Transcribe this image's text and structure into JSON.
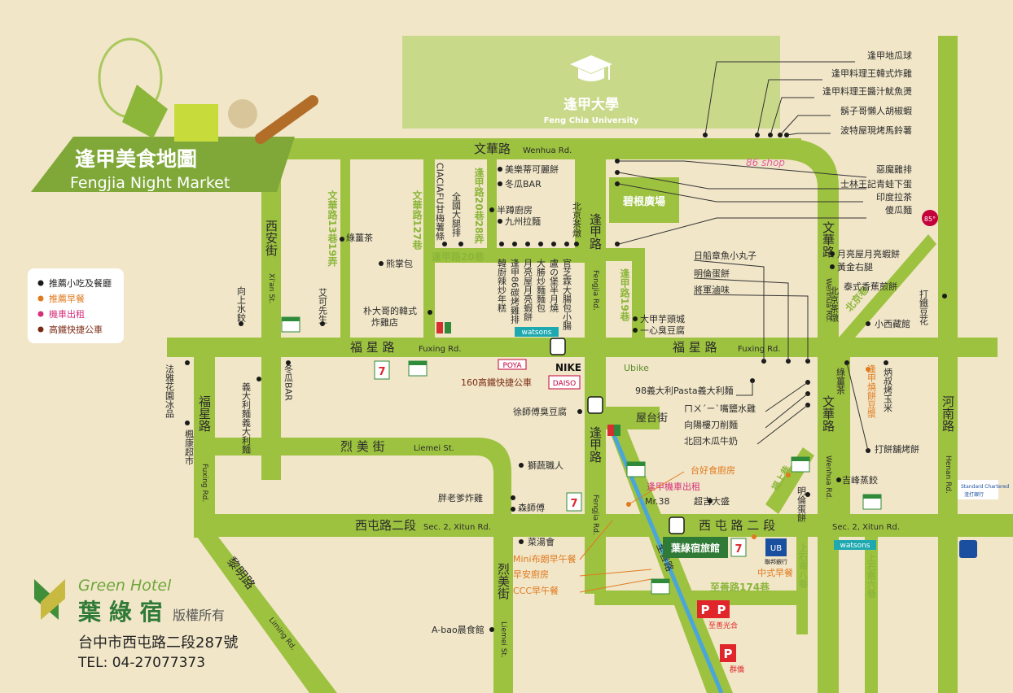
{
  "title": {
    "zh": "逢甲美食地圖",
    "en": "Fengjia Night Market"
  },
  "legend": [
    {
      "label": "推薦小吃及餐廳",
      "color": "#1a1a1a"
    },
    {
      "label": "推薦早餐",
      "color": "#e07a1f"
    },
    {
      "label": "機車出租",
      "color": "#d62f7b"
    },
    {
      "label": "高鐵快捷公車",
      "color": "#7a2a12"
    }
  ],
  "university": {
    "zh": "逢甲大學",
    "en": "Feng Chia University"
  },
  "plaza": "碧根廣場",
  "roads": {
    "wenhua_h": "文華路",
    "wenhua_h_en": "Wenhua Rd.",
    "fuxing_l": "福 星 路",
    "fuxing_r": "福 星 路",
    "fuxing_en": "Fuxing Rd.",
    "xitun_l": "西屯路二段",
    "xitun_r": "西 屯 路 二 段",
    "xitun_en": "Sec. 2, Xitun Rd.",
    "liemei_h": "烈 美 街",
    "liemei_en": "Liemei St.",
    "xian": "西安街",
    "xian_en": "Xi'an St.",
    "fuxing_v": "福星路",
    "fuxing_v_en": "Fuxing Rd.",
    "fengjia": "逢甲路",
    "fengjia_en": "Fengjia Rd.",
    "fengjia2": "逢甲路",
    "fengjia2_en": "Fengjia Rd.",
    "wenhua_v": "文華路",
    "wenhua_v_en": "Wenhua Rd.",
    "wenhua_v2": "文華路",
    "wenhua_v2_en": "Wenhua Rd.",
    "henan": "河南路",
    "henan_en": "Henan Rd.",
    "liming": "黎明路",
    "liming_en": "Liming Rd.",
    "liemei_v": "烈美街",
    "liemei_v_en": "Liemei St.",
    "lane13": "文華路13巷19弄",
    "lane127": "文華路127巷",
    "lane20_28": "逢甲路20巷28弄",
    "lane20": "逢甲路20巷",
    "lane19": "逢甲路19巷",
    "wutai": "屋台街",
    "fushang": "福上巷",
    "beijing": "北京巷",
    "wenhua_lane": "文華路",
    "shangshi8": "上石南八巷",
    "shangshi6": "上石南六巷",
    "zhishan174": "至善路174巷",
    "zhishan": "至善路"
  },
  "right_list": [
    "逢甲地瓜球",
    "逢甲料理王韓式炸雞",
    "逢甲料理王醬汁魷魚燙",
    "鬍子哥懶人胡椒蝦",
    "波特屋現烤馬鈴薯",
    "惡魔雞排",
    "士林王記青蛙下蛋",
    "印度拉茶",
    "傻瓜麵"
  ],
  "places": {
    "meile": "美樂蒂可麗餅",
    "donggua1": "冬瓜BAR",
    "banzun": "半蹲廚房",
    "jiuzhou": "九州拉麵",
    "ciacia": "CIACIAFU甘梅薯條",
    "quanguo": "全國大腿排",
    "beijing_tea": "北京茶燉",
    "hanchu": "韓廚辣炒年糕",
    "fengjia86": "逢甲86碳烤雞排",
    "yueliang": "月亮屋月亮蝦餅",
    "dasheng": "大勝炒麵麵包",
    "lu": "盧の堡半月燒",
    "guanzhi": "官芝霖大腸包小腸",
    "lujiang": "綠薑茶",
    "xiongzhang": "熊掌包",
    "xiangshang": "向上水餃",
    "aike": "艾可先生",
    "pu": "朴大哥的韓式炸雞店",
    "dajiayu": "大甲芋頭城",
    "yixin": "一心臭豆腐",
    "rifan": "日船章魚小丸子",
    "minglun": "明倫蛋餅",
    "jiangjun": "將軍滷味",
    "faya": "法雅花園冰品",
    "fengkang": "楓康超市",
    "donggua2": "冬瓜BAR",
    "yiyang": "義大利麵義大利麵",
    "bus160": "160高鐵快捷公車",
    "xu": "徐師傅臭豆腐",
    "pasta98": "98義大利Pasta義大利麵",
    "mu": "ㄇㄨˊㄧˋ嘴鹽水雞",
    "xiangyang": "向陽樓刀削麵",
    "beihui": "北回木瓜牛奶",
    "yuelianghuang": "月亮屋月亮蝦餅",
    "huangjin": "黃金右腿",
    "taishi": "泰式香蕉煎餅",
    "dadie": "打鐵豆花",
    "xiaoxizang": "小西藏館",
    "lvjiangcha": "綠薑茶",
    "bingshu": "炳叔烤玉米",
    "shaobing": "逢甲燒餅豆漿",
    "dabing": "打餅舖烤餅",
    "shishu": "獅蔬職人",
    "pang": "胖老爹炸雞",
    "senshi": "森師傅",
    "caitang": "菜湯會",
    "mini": "Mini布朗早午餐",
    "zaoan": "早安廚房",
    "ccc": "CCC早午餐",
    "abao": "A-bao晨食館",
    "taihao": "台好食廚房",
    "jiafeng": "吉峰蒸餃",
    "minglunbing": "明倫蛋餅",
    "chaoji": "超吉大盛",
    "mr38": "Mr.38",
    "moto": "逢甲機車出租",
    "zhongshi": "中式早餐"
  },
  "hotel": {
    "name": "葉綠宿旅館",
    "en": "Green Hotel",
    "zh": "葉 綠 宿",
    "rights": "版權所有",
    "address": "台中市西屯路二段287號",
    "tel": "TEL: 04-27077373"
  },
  "brands": {
    "watsons": "watsons",
    "watsons2": "watsons",
    "familymart": "FamilyMart",
    "poya": "POYA",
    "daiso": "DAISO",
    "nike": "NIKE",
    "ubike": "Ubike",
    "standard": "Standard Chartered",
    "bank": "渣打銀行",
    "ub": "UB",
    "ub_bank": "聯邦銀行",
    "seven": "7",
    "p": "P",
    "parking1": "至善光合",
    "parking2": "群僑",
    "shop86": "86 shop",
    "number85": "85°"
  }
}
